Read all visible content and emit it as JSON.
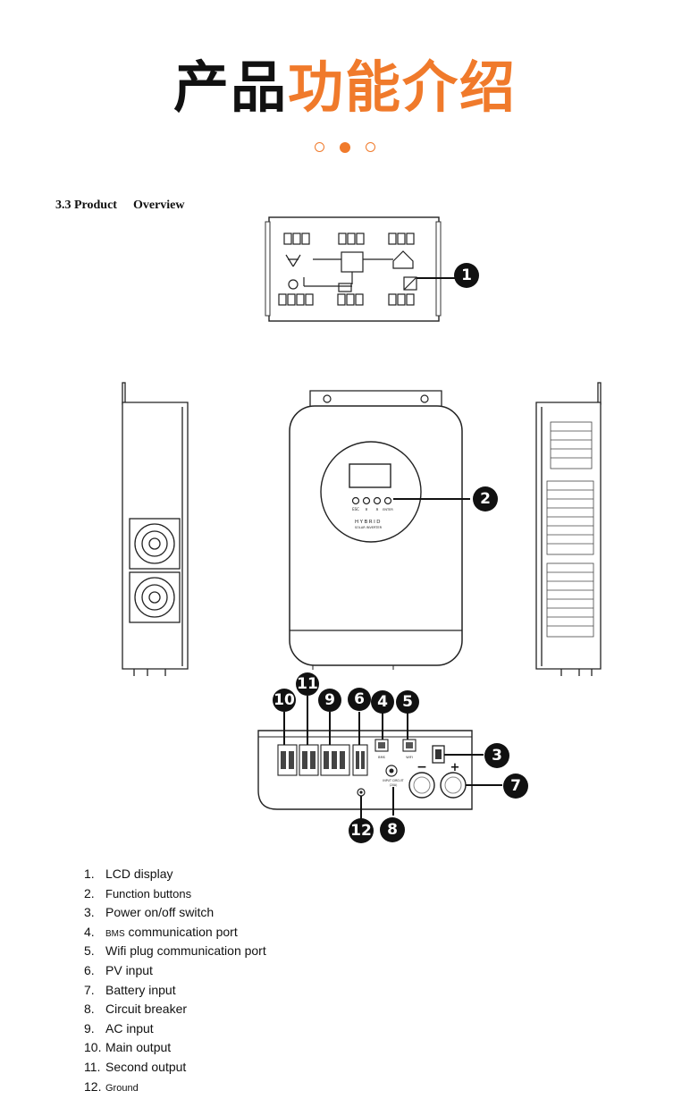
{
  "header": {
    "title_black": "产品",
    "title_orange": "功能介绍",
    "accent_color": "#f07a2b"
  },
  "section": {
    "number": "3.3",
    "title_a": "Product",
    "title_b": "Overview"
  },
  "device": {
    "panel_brand_line1": "HYBRID",
    "panel_brand_line2": "SOLAR INVERTER",
    "buttons": [
      "ESC",
      "∨",
      "∧",
      "ENTER"
    ],
    "battery_minus": "−",
    "battery_plus": "+",
    "breaker_label_line1": "INPUT CIRCUIT",
    "breaker_label_line2": "(20A)",
    "bms_label": "BMS",
    "wifi_label": "WIFI"
  },
  "callouts": [
    "1",
    "2",
    "3",
    "4",
    "5",
    "6",
    "7",
    "8",
    "9",
    "10",
    "11",
    "12"
  ],
  "legend": [
    {
      "num": "1.",
      "text": "LCD display"
    },
    {
      "num": "2.",
      "text": "Function buttons"
    },
    {
      "num": "3.",
      "text": "Power on/off switch"
    },
    {
      "num": "4.",
      "prefix": "BMS",
      "text": " communication port"
    },
    {
      "num": "5.",
      "text": "Wifi plug communication port"
    },
    {
      "num": "6.",
      "text": "PV input"
    },
    {
      "num": "7.",
      "text": "Battery input"
    },
    {
      "num": "8.",
      "text": "Circuit breaker"
    },
    {
      "num": "9.",
      "text": "AC input"
    },
    {
      "num": "10.",
      "text": "Main output"
    },
    {
      "num": "11.",
      "text": "Second output"
    },
    {
      "num": "12.",
      "text": "Ground"
    }
  ]
}
